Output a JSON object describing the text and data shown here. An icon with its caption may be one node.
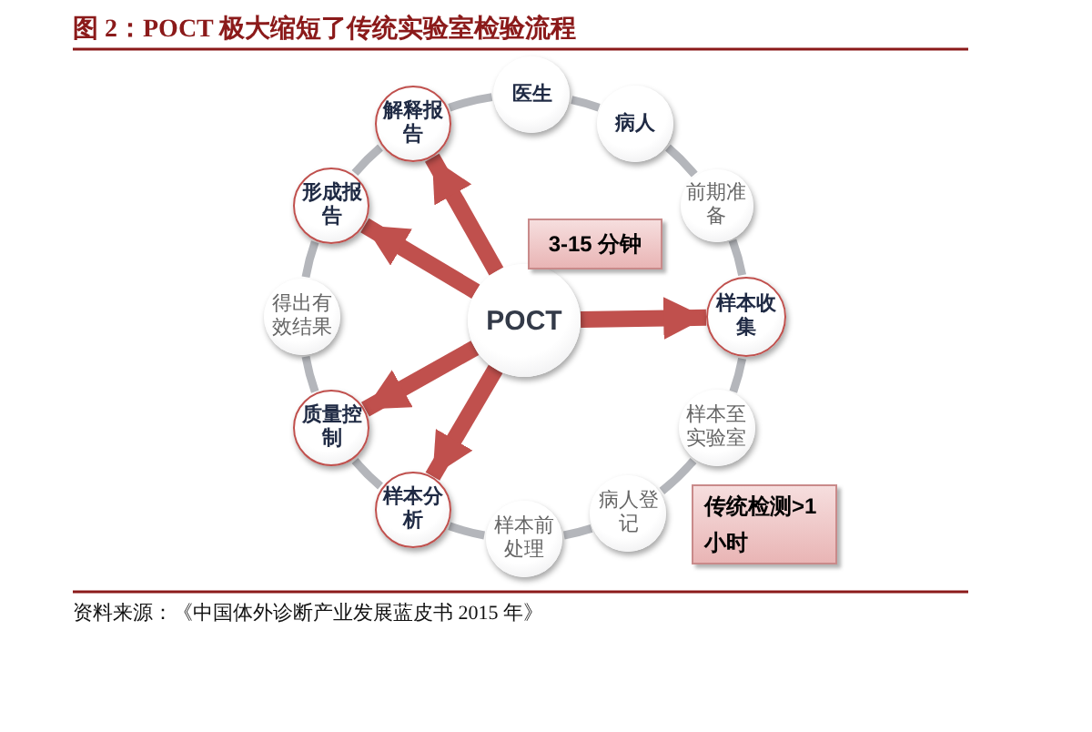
{
  "diagram": {
    "title": "图 2：POCT 极大缩短了传统实验室检验流程",
    "caption": "资料来源：《中国体外诊断产业发展蓝皮书 2015 年》",
    "nodes": [
      {
        "text": [
          "医生"
        ]
      },
      {
        "text": [
          "病人"
        ]
      },
      {
        "text": [
          "前期准备"
        ]
      },
      {
        "text": [
          "样本收集"
        ]
      },
      {
        "text": [
          "样本至实验室"
        ]
      },
      {
        "text": [
          "病人登记"
        ]
      },
      {
        "text": [
          "样本前处理"
        ]
      },
      {
        "text": [
          "样本分析"
        ]
      },
      {
        "text": [
          "质量控制"
        ]
      },
      {
        "text": [
          "得出有效结果"
        ]
      },
      {
        "text": [
          "形成报告"
        ]
      },
      {
        "text": [
          "解释报告"
        ]
      },
      {
        "text": [
          "POCT"
        ]
      },
      {
        "text": [
          "3-15 分钟"
        ]
      },
      {
        "text": [
          "传统检测>1 小时"
        ]
      }
    ],
    "edges": [
      {
        "from": 0,
        "to": 1,
        "arrow": "none"
      },
      {
        "from": 1,
        "to": 2,
        "arrow": "none"
      },
      {
        "from": 2,
        "to": 3,
        "arrow": "none"
      },
      {
        "from": 3,
        "to": 4,
        "arrow": "none"
      },
      {
        "from": 4,
        "to": 5,
        "arrow": "none"
      },
      {
        "from": 5,
        "to": 6,
        "arrow": "none"
      },
      {
        "from": 6,
        "to": 7,
        "arrow": "none"
      },
      {
        "from": 7,
        "to": 8,
        "arrow": "none"
      },
      {
        "from": 8,
        "to": 9,
        "arrow": "none"
      },
      {
        "from": 9,
        "to": 10,
        "arrow": "none"
      },
      {
        "from": 10,
        "to": 11,
        "arrow": "none"
      },
      {
        "from": 11,
        "to": 0,
        "arrow": "none"
      },
      {
        "from": 12,
        "to": 11,
        "arrow": "to",
        "style": "thick",
        "color": "#c0504d"
      },
      {
        "from": 12,
        "to": 10,
        "arrow": "to",
        "style": "thick",
        "color": "#c0504d"
      },
      {
        "from": 12,
        "to": 3,
        "arrow": "to",
        "style": "thick",
        "color": "#c0504d"
      },
      {
        "from": 12,
        "to": 8,
        "arrow": "to",
        "style": "thick",
        "color": "#c0504d"
      },
      {
        "from": 12,
        "to": 7,
        "arrow": "to",
        "style": "thick",
        "color": "#c0504d"
      }
    ]
  }
}
